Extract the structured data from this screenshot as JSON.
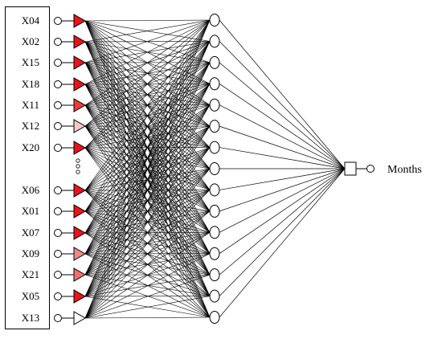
{
  "inputs": [
    {
      "label": "X04",
      "fill": "#e8141a"
    },
    {
      "label": "X02",
      "fill": "#e8141a"
    },
    {
      "label": "X15",
      "fill": "#e8141a"
    },
    {
      "label": "X18",
      "fill": "#e8141a"
    },
    {
      "label": "X11",
      "fill": "#ec3a3a"
    },
    {
      "label": "X12",
      "fill": "#f7c8c8"
    },
    {
      "label": "X20",
      "fill": "#e8141a"
    },
    {
      "label": "X06",
      "fill": "#e8141a"
    },
    {
      "label": "X01",
      "fill": "#e8141a"
    },
    {
      "label": "X07",
      "fill": "#e8141a"
    },
    {
      "label": "X09",
      "fill": "#f08a8a"
    },
    {
      "label": "X21",
      "fill": "#f07070"
    },
    {
      "label": "X05",
      "fill": "#e8141a"
    },
    {
      "label": "X13",
      "fill": "#ffffff"
    }
  ],
  "hidden_count": 15,
  "output": {
    "label": "Months"
  }
}
